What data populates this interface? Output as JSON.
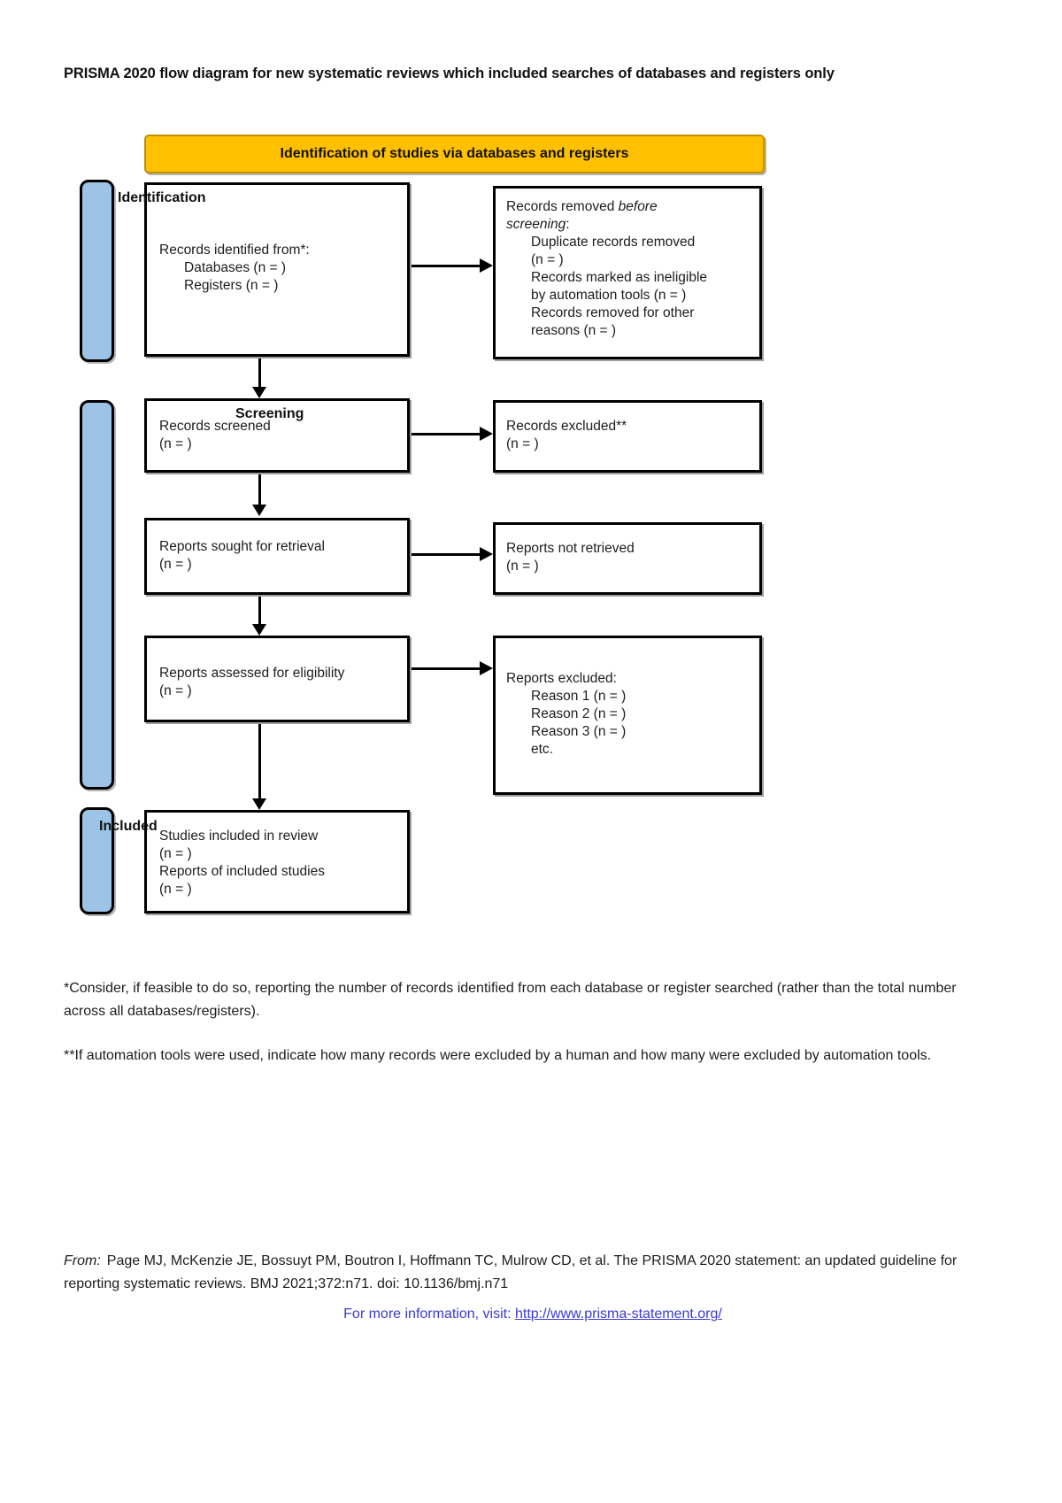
{
  "page": {
    "title": "PRISMA 2020 flow diagram for new systematic reviews which included searches of databases and registers only"
  },
  "banner": {
    "label": "Identification of studies via databases and registers",
    "fill": "#FFC000",
    "border": "#BF9000"
  },
  "stages": {
    "identification": "Identification",
    "screening": "Screening",
    "included": "Included"
  },
  "colors": {
    "stage_bar_fill": "#9DC3E6",
    "banner_fill": "#FFC000",
    "link_text": "#3A3AD1"
  },
  "boxes": {
    "records_identified": {
      "line1": "Records identified from*:",
      "line2": "Databases (n = )",
      "line3": "Registers (n = )"
    },
    "records_removed": {
      "line1_normal": "Records removed ",
      "line1_italic": "before",
      "line2_italic": "screening",
      "line2_suffix": ":",
      "item1": "Duplicate records removed",
      "item2": "(n = )",
      "item3": "Records marked as ineligible",
      "item4": "by automation tools (n = )",
      "item5": "Records removed for other",
      "item6": "reasons (n = )"
    },
    "records_screened": {
      "line1": "Records screened",
      "line2": "(n = )"
    },
    "records_excluded": {
      "line1": "Records excluded**",
      "line2": "(n = )"
    },
    "reports_sought": {
      "line1": "Reports sought for retrieval",
      "line2": "(n = )"
    },
    "reports_not_retrieved": {
      "line1": "Reports not retrieved",
      "line2": "(n = )"
    },
    "reports_assessed": {
      "line1": "Reports assessed for eligibility",
      "line2": "(n = )"
    },
    "reports_excluded": {
      "line1": "Reports excluded:",
      "item1": "Reason 1 (n = )",
      "item2": "Reason 2 (n = )",
      "item3": "Reason 3 (n = )",
      "item4": "etc."
    },
    "studies_included": {
      "line1": "Studies included in review",
      "line2": "(n = )",
      "line3": "Reports of included studies",
      "line4": "(n = )"
    }
  },
  "footnotes": {
    "first": "*Consider, if feasible to do so, reporting the number of records identified from each database or register searched (rather than the total number across all databases/registers).",
    "second": "**If automation tools were used, indicate how many records were excluded by a human and how many were excluded by automation tools."
  },
  "citation": {
    "prefix_italic": "From:",
    "body": "Page MJ, McKenzie JE, Bossuyt PM, Boutron I, Hoffmann TC, Mulrow CD, et al. The PRISMA 2020 statement: an updated guideline for reporting systematic reviews. BMJ 2021;372:n71. doi: 10.1136/bmj.n71"
  },
  "more_info": {
    "prefix": "For more information, visit: ",
    "url": "http://www.prisma-statement.org/"
  }
}
